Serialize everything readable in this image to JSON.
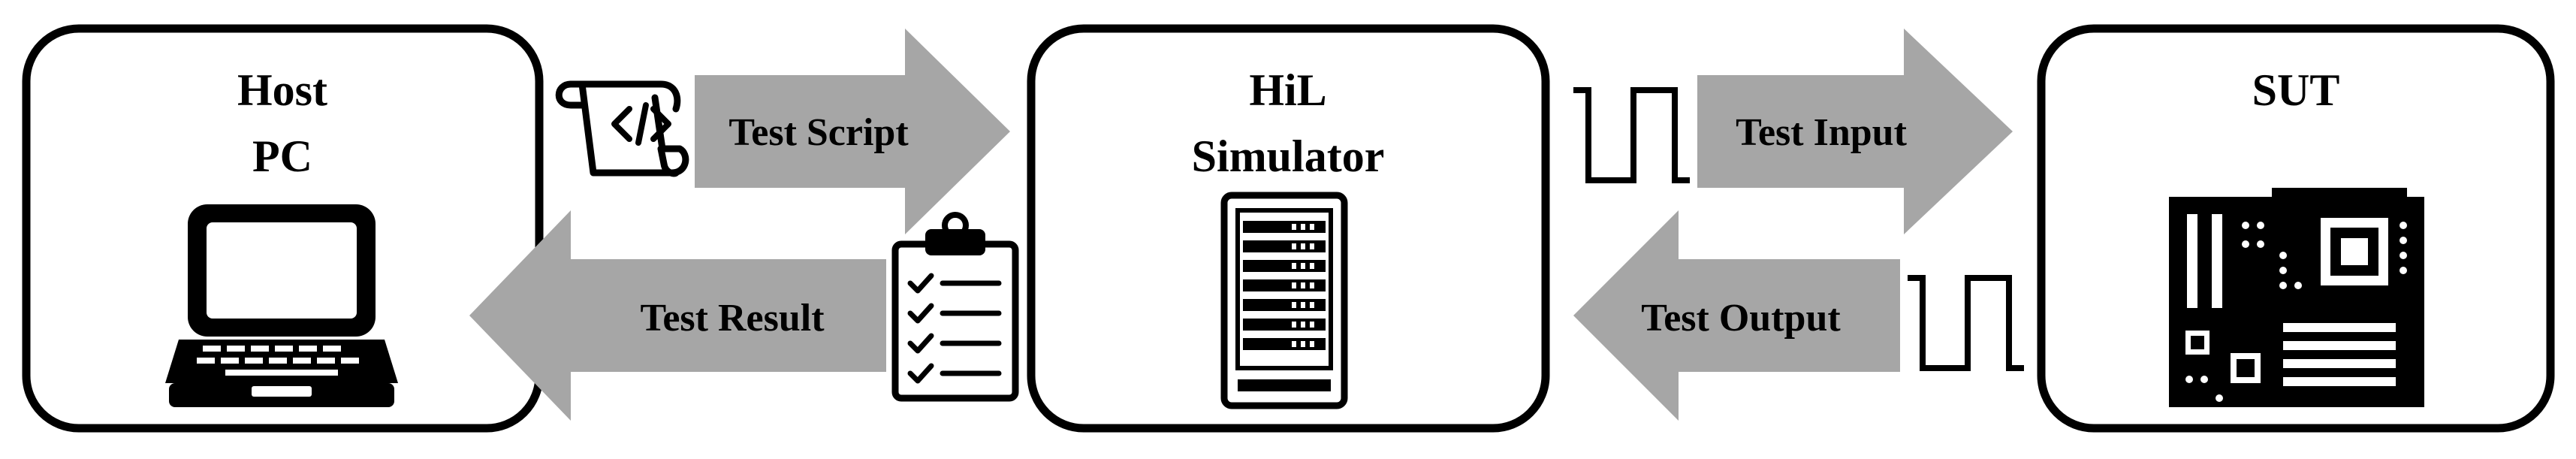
{
  "diagram": {
    "blocks": {
      "host": {
        "line1": "Host",
        "line2": "PC",
        "icon": "laptop-icon"
      },
      "hil": {
        "line1": "HiL",
        "line2": "Simulator",
        "icon": "server-rack-icon"
      },
      "sut": {
        "line1": "SUT",
        "icon": "motherboard-icon"
      }
    },
    "arrows": {
      "test_script": {
        "label": "Test Script",
        "direction": "right"
      },
      "test_result": {
        "label": "Test Result",
        "direction": "left"
      },
      "test_input": {
        "label": "Test Input",
        "direction": "right"
      },
      "test_output": {
        "label": "Test Output",
        "direction": "left"
      }
    },
    "icons": {
      "script": "script-scroll-icon",
      "result": "clipboard-checklist-icon",
      "input_signal": "square-pulse-icon",
      "output_signal": "square-pulse-icon"
    },
    "colors": {
      "arrow_fill": "#a6a6a6",
      "stroke": "#000000",
      "background": "#ffffff"
    }
  }
}
